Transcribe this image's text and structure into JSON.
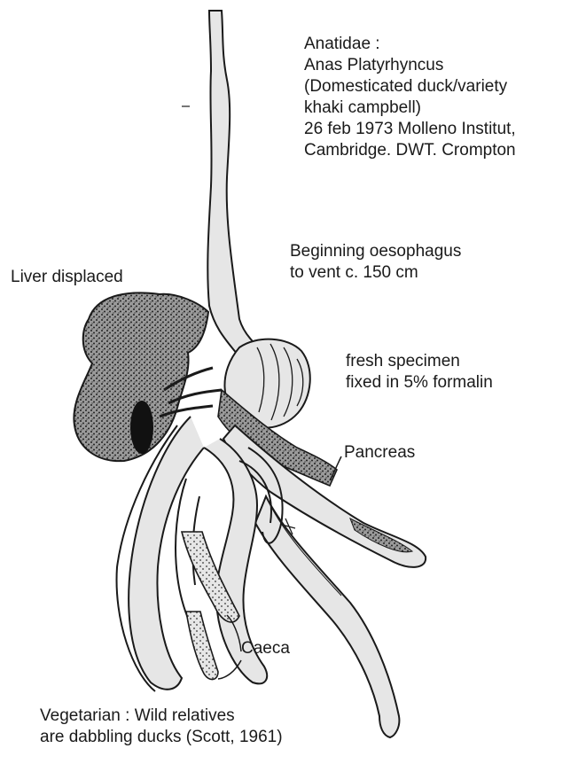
{
  "header_block": {
    "lines": [
      "Anatidae :",
      "Anas Platyrhyncus",
      "(Domesticated duck/variety",
      "khaki campbell)",
      "26 feb 1973 Molleno Institut,",
      "Cambridge. DWT. Crompton"
    ]
  },
  "length_note": {
    "lines": [
      "Beginning oesophagus",
      "to vent c. 150 cm"
    ]
  },
  "specimen_note": {
    "lines": [
      "fresh specimen",
      "fixed in 5% formalin"
    ]
  },
  "labels": {
    "liver": "Liver displaced",
    "pancreas": "Pancreas",
    "caeca": "Caeca"
  },
  "footer": {
    "lines": [
      "Vegetarian : Wild relatives",
      "are dabbling ducks (Scott, 1961)"
    ]
  },
  "colors": {
    "ink": "#1a1a1a",
    "gut_fill": "#e6e6e6",
    "paper": "#ffffff"
  }
}
